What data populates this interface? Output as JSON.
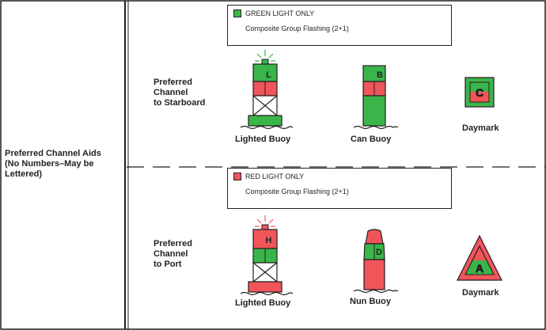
{
  "left_heading": [
    "Preferred Channel Aids",
    "(No Numbers–May be",
    "Lettered)"
  ],
  "colors": {
    "green": "#3ab54a",
    "red": "#f0555a",
    "ink": "#231f20"
  },
  "starboard": {
    "label": [
      "Preferred",
      "Channel",
      "to Starboard"
    ],
    "light_title": "GREEN LIGHT ONLY",
    "light_pattern": "Composite Group Flashing (2+1)",
    "lighted_buoy": {
      "caption": "Lighted Buoy",
      "letter": "L"
    },
    "can_buoy": {
      "caption": "Can Buoy",
      "letter": "B"
    },
    "daymark": {
      "caption": "Daymark",
      "letter": "C",
      "icon": "square-daymark-icon"
    }
  },
  "port": {
    "label": [
      "Preferred",
      "Channel",
      "to Port"
    ],
    "light_title": "RED LIGHT ONLY",
    "light_pattern": "Composite Group Flashing (2+1)",
    "lighted_buoy": {
      "caption": "Lighted Buoy",
      "letter": "H"
    },
    "nun_buoy": {
      "caption": "Nun Buoy",
      "letter": "D"
    },
    "daymark": {
      "caption": "Daymark",
      "letter": "A",
      "icon": "triangle-daymark-icon"
    }
  }
}
